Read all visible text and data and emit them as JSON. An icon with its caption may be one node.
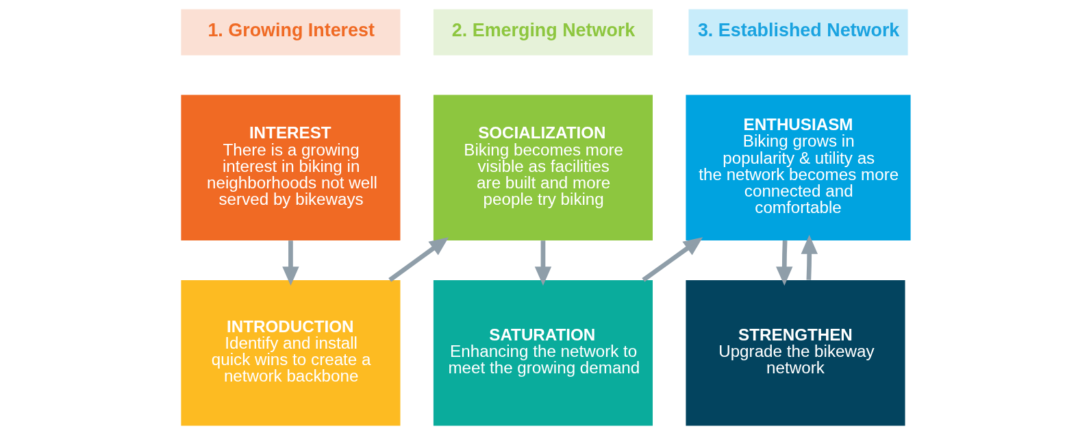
{
  "diagram": {
    "nodes": [
      {
        "text": [
          "1. Growing Interest"
        ]
      },
      {
        "text": [
          "INTEREST",
          "There is a growing interest in biking in neighborhoods not well served by bikeways"
        ]
      },
      {
        "text": [
          "2. Emerging Network"
        ]
      },
      {
        "text": [
          "SOCIALIZATION",
          "Biking becomes more visible as facilities are built and more people try biking"
        ]
      },
      {
        "text": [
          "3. Established Network"
        ]
      },
      {
        "text": [
          "ENTHUSIASM",
          "Biking grows in popularity & utility as the network becomes more connected and comfortable"
        ]
      },
      {
        "text": [
          "INTRODUCTION",
          "Identify and install quick wins to create a network backbone"
        ]
      },
      {
        "text": [
          "SATURATION",
          "Enhancing the network to meet the growing demand"
        ]
      },
      {
        "text": [
          "STRENGTHEN",
          "Upgrade the bikeway network"
        ]
      }
    ],
    "edges": [
      {
        "from": 1,
        "to": 6,
        "arrow": "to"
      },
      {
        "from": 6,
        "to": 3,
        "arrow": "to"
      },
      {
        "from": 3,
        "to": 7,
        "arrow": "to"
      },
      {
        "from": 7,
        "to": 5,
        "arrow": "to"
      },
      {
        "from": 5,
        "to": 8,
        "arrow": "to"
      },
      {
        "from": 8,
        "to": 5,
        "arrow": "to"
      }
    ]
  }
}
